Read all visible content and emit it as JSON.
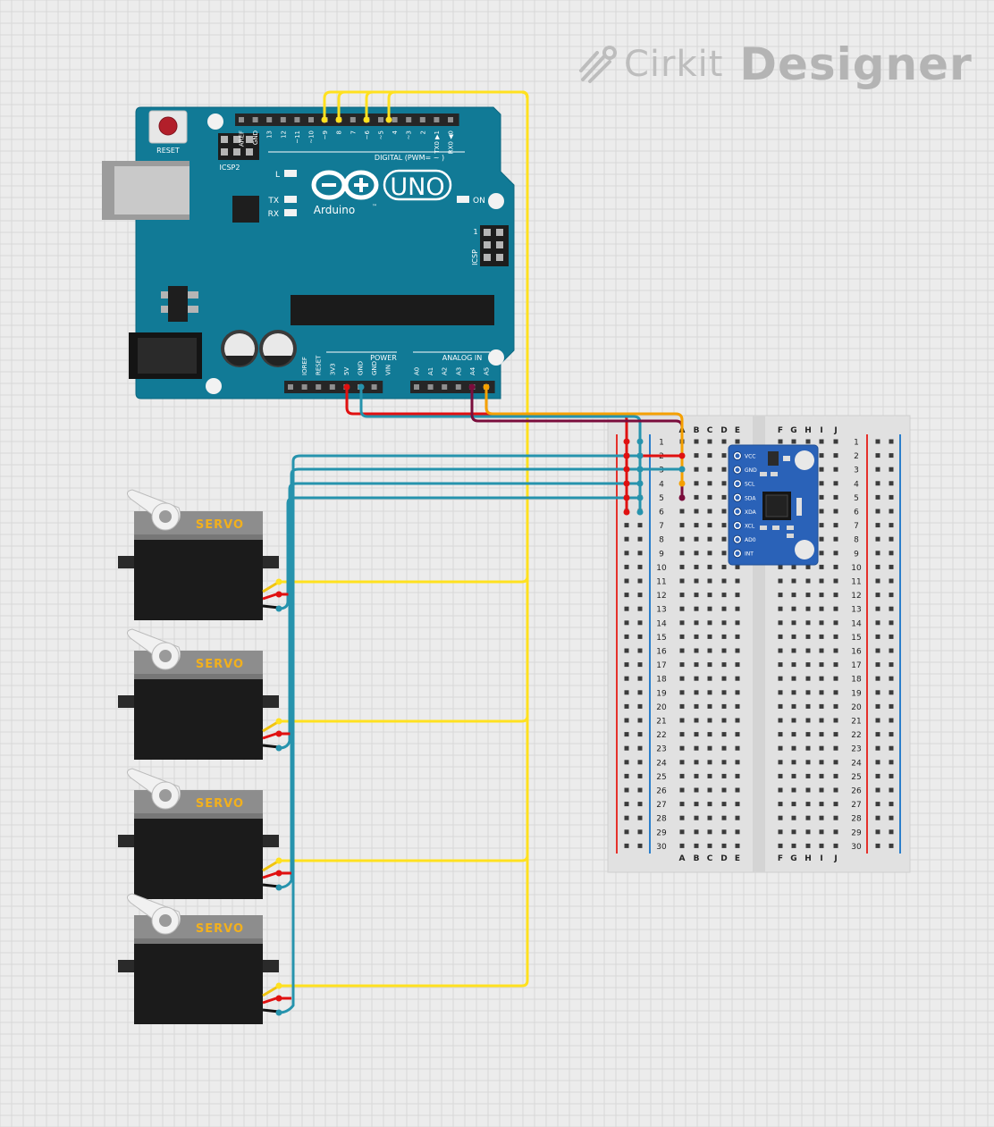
{
  "logo": {
    "brand": "Cirkit",
    "product": "Designer",
    "icon": "cirkit-logo-icon"
  },
  "arduino": {
    "model": "UNO",
    "brand": "Arduino",
    "tm": "™",
    "reset_label": "RESET",
    "icsp2_label": "ICSP2",
    "icsp_label": "ICSP",
    "icsp_pin1": "1",
    "led_l": "L",
    "led_tx": "TX",
    "led_rx": "RX",
    "led_on": "ON",
    "digital_label": "DIGITAL (PWM= ~ )",
    "power_label": "POWER",
    "analog_label": "ANALOG IN",
    "digital_pins": [
      "AREF",
      "GND",
      "13",
      "12",
      "~11",
      "~10",
      "~9",
      "8",
      "7",
      "~6",
      "~5",
      "4",
      "~3",
      "2",
      "TX0 ▶1",
      "RX0 ◀0"
    ],
    "power_pins": [
      "IOREF",
      "RESET",
      "3V3",
      "5V",
      "GND",
      "GND",
      "VIN"
    ],
    "analog_pins": [
      "A0",
      "A1",
      "A2",
      "A3",
      "A4",
      "A5"
    ]
  },
  "breadboard": {
    "col_letters_left": [
      "A",
      "B",
      "C",
      "D",
      "E"
    ],
    "col_letters_right": [
      "F",
      "G",
      "H",
      "I",
      "J"
    ],
    "rows": [
      "1",
      "2",
      "3",
      "4",
      "5",
      "6",
      "7",
      "8",
      "9",
      "10",
      "11",
      "12",
      "13",
      "14",
      "15",
      "16",
      "17",
      "18",
      "19",
      "20",
      "21",
      "22",
      "23",
      "24",
      "25",
      "26",
      "27",
      "28",
      "29",
      "30"
    ]
  },
  "mpu": {
    "pins": [
      "VCC",
      "GND",
      "SCL",
      "SDA",
      "XDA",
      "XCL",
      "AD0",
      "INT"
    ]
  },
  "servos": [
    {
      "label": "SERVO"
    },
    {
      "label": "SERVO"
    },
    {
      "label": "SERVO"
    },
    {
      "label": "SERVO"
    }
  ],
  "colors": {
    "signal": "#ffe11f",
    "power": "#e01010",
    "ground": "#2693ad",
    "sda": "#7a0d3c",
    "scl": "#f5a000",
    "arduino_board": "#117a96",
    "mpu_board": "#2a62b8",
    "servo_body": "#1b1b1b",
    "servo_label": "#f2b01d"
  }
}
